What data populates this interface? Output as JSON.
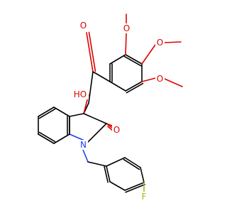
{
  "molecule": {
    "atom_labels": {
      "o_ketone": "O",
      "o_methoxy_top": "O",
      "o_methoxy_right": "O",
      "o_methoxy_bottom": "O",
      "hydroxy": "HO",
      "o_lactam": "O",
      "n_indole": "N",
      "fluorine": "F"
    },
    "colors": {
      "oxygen": "#e00000",
      "nitrogen": "#1f3ff0",
      "fluorine": "#8fbf20",
      "carbon": "#000000"
    }
  }
}
